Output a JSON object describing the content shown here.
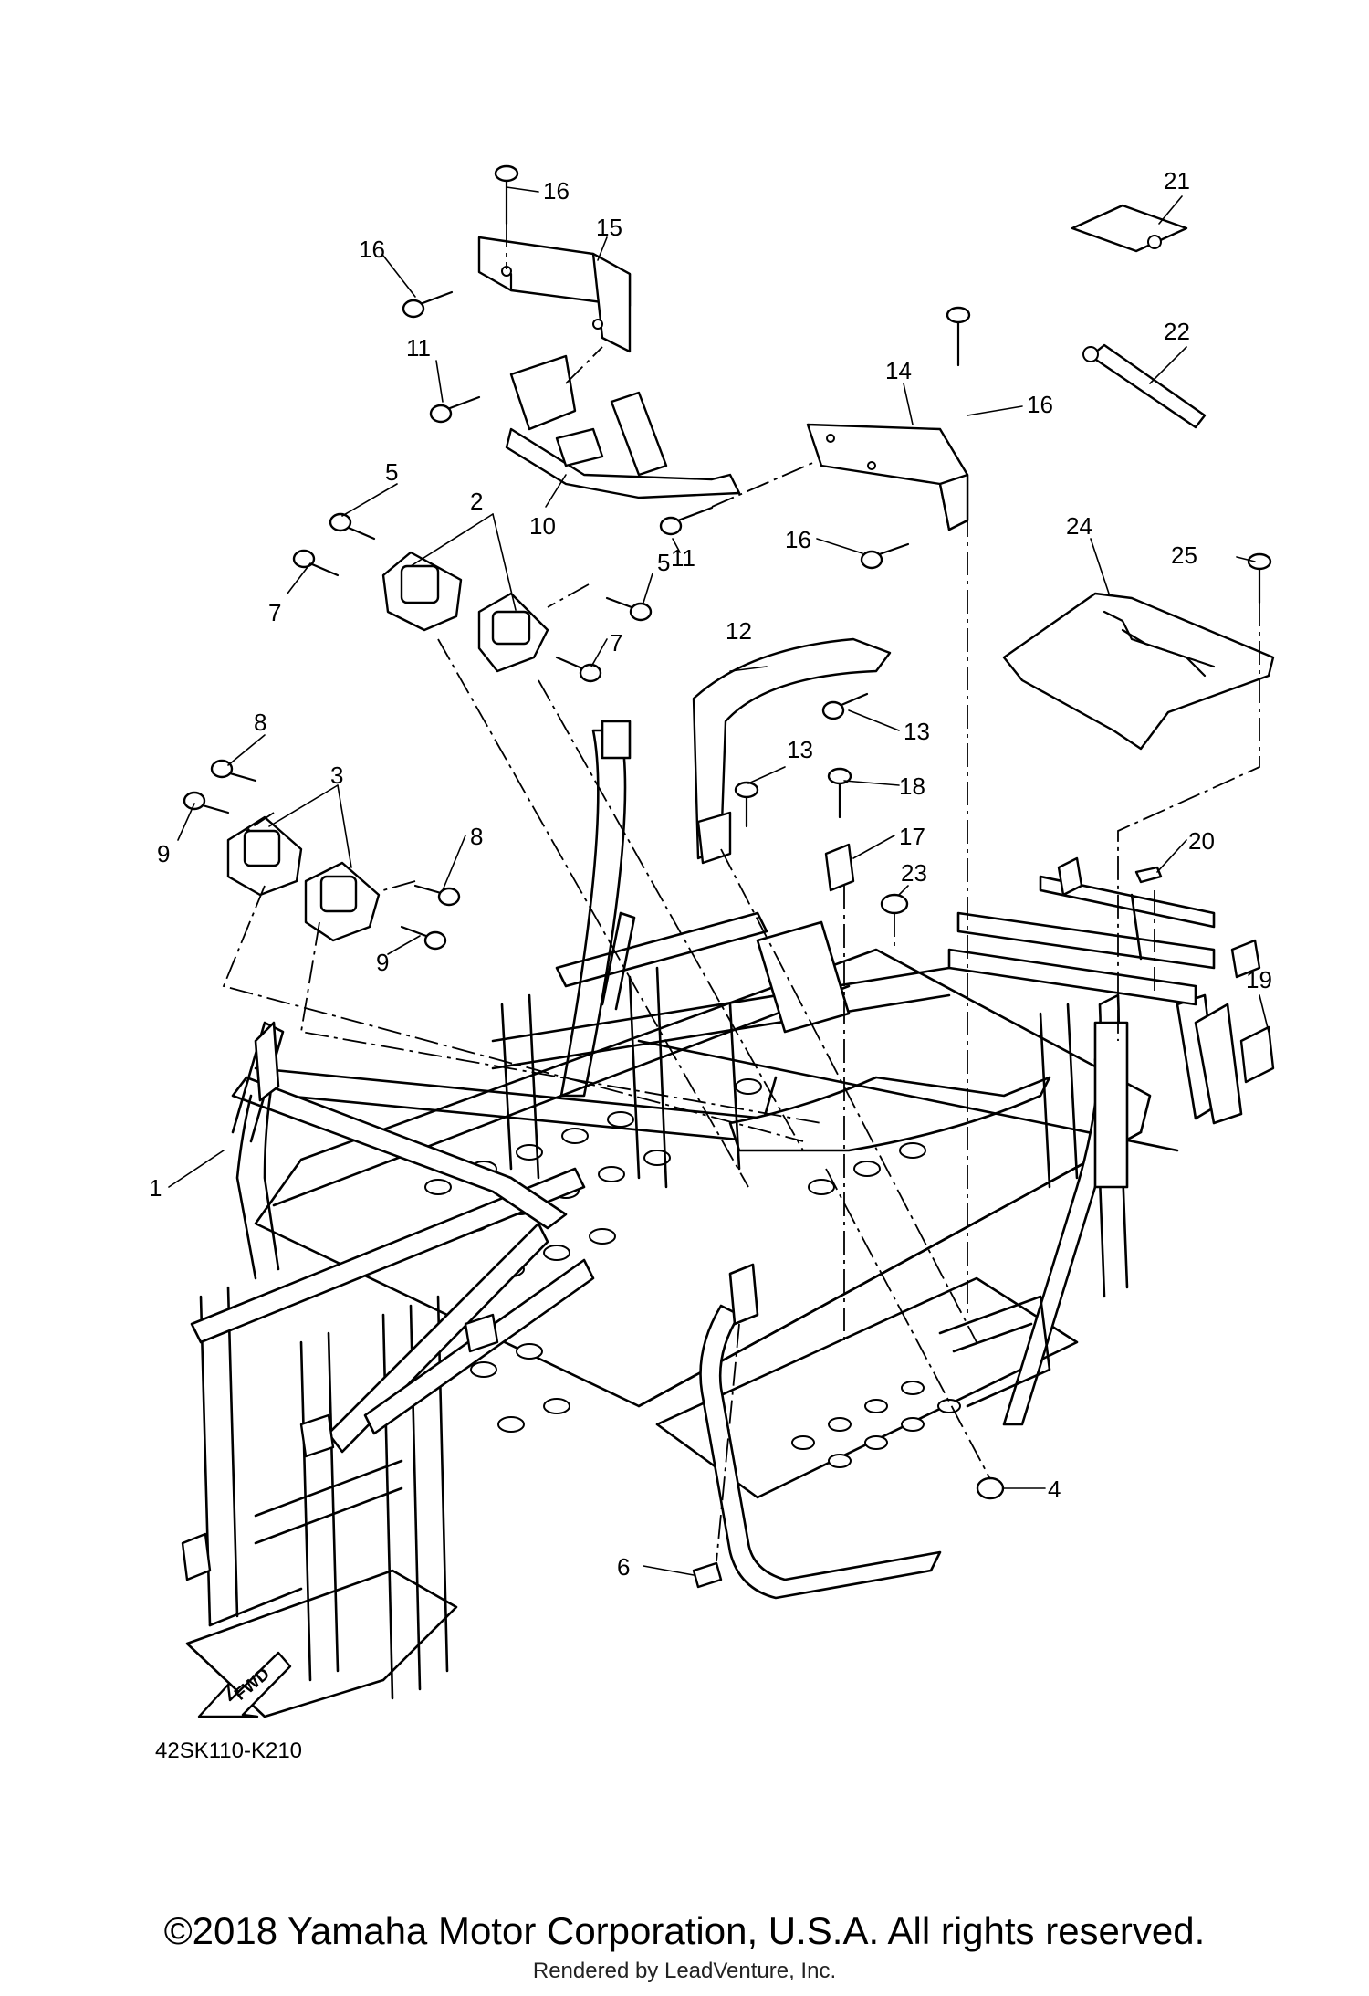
{
  "diagram": {
    "part_labels": [
      "1",
      "2",
      "3",
      "4",
      "5",
      "5",
      "6",
      "7",
      "7",
      "8",
      "8",
      "9",
      "9",
      "10",
      "11",
      "11",
      "12",
      "13",
      "13",
      "14",
      "15",
      "16",
      "16",
      "16",
      "16",
      "17",
      "18",
      "19",
      "20",
      "21",
      "22",
      "23",
      "24",
      "25"
    ],
    "fwd_label": "FWD",
    "diagram_code": "42SK110-K210"
  },
  "footer": {
    "copyright": "©2018 Yamaha Motor Corporation, U.S.A. All rights reserved.",
    "rendered_by": "Rendered by LeadVenture, Inc."
  }
}
